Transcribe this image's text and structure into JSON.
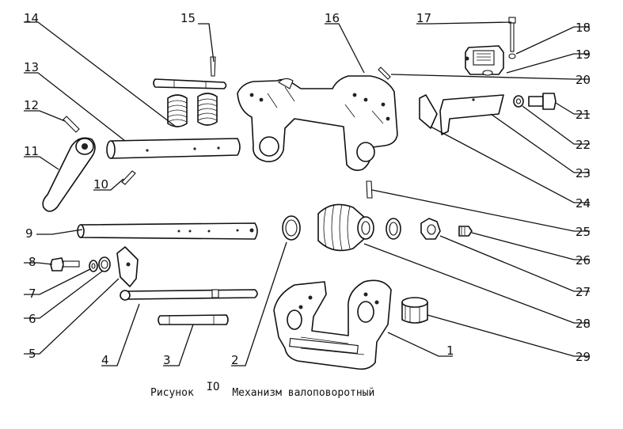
{
  "caption": {
    "prefix": "Рисунок",
    "number": "IO",
    "title": "Механизм валоповоротный"
  },
  "callouts": [
    "1",
    "2",
    "3",
    "4",
    "5",
    "6",
    "7",
    "8",
    "9",
    "10",
    "11",
    "12",
    "13",
    "14",
    "15",
    "16",
    "17",
    "18",
    "19",
    "20",
    "21",
    "22",
    "23",
    "24",
    "25",
    "26",
    "27",
    "28",
    "29"
  ]
}
